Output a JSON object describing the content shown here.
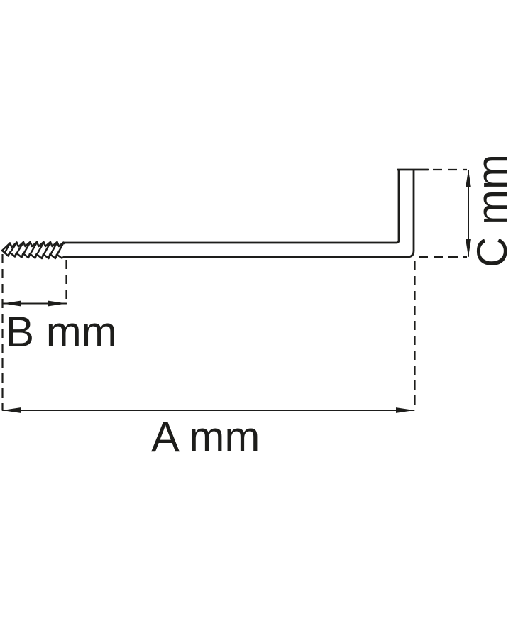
{
  "page": {
    "background_color": "#ffffff",
    "line_color": "#1d1d1b"
  },
  "diagram": {
    "type": "technical-drawing",
    "labels": {
      "total_length_a": "A mm",
      "thread_length_b": "B mm",
      "hook_height_c": "C mm"
    }
  }
}
